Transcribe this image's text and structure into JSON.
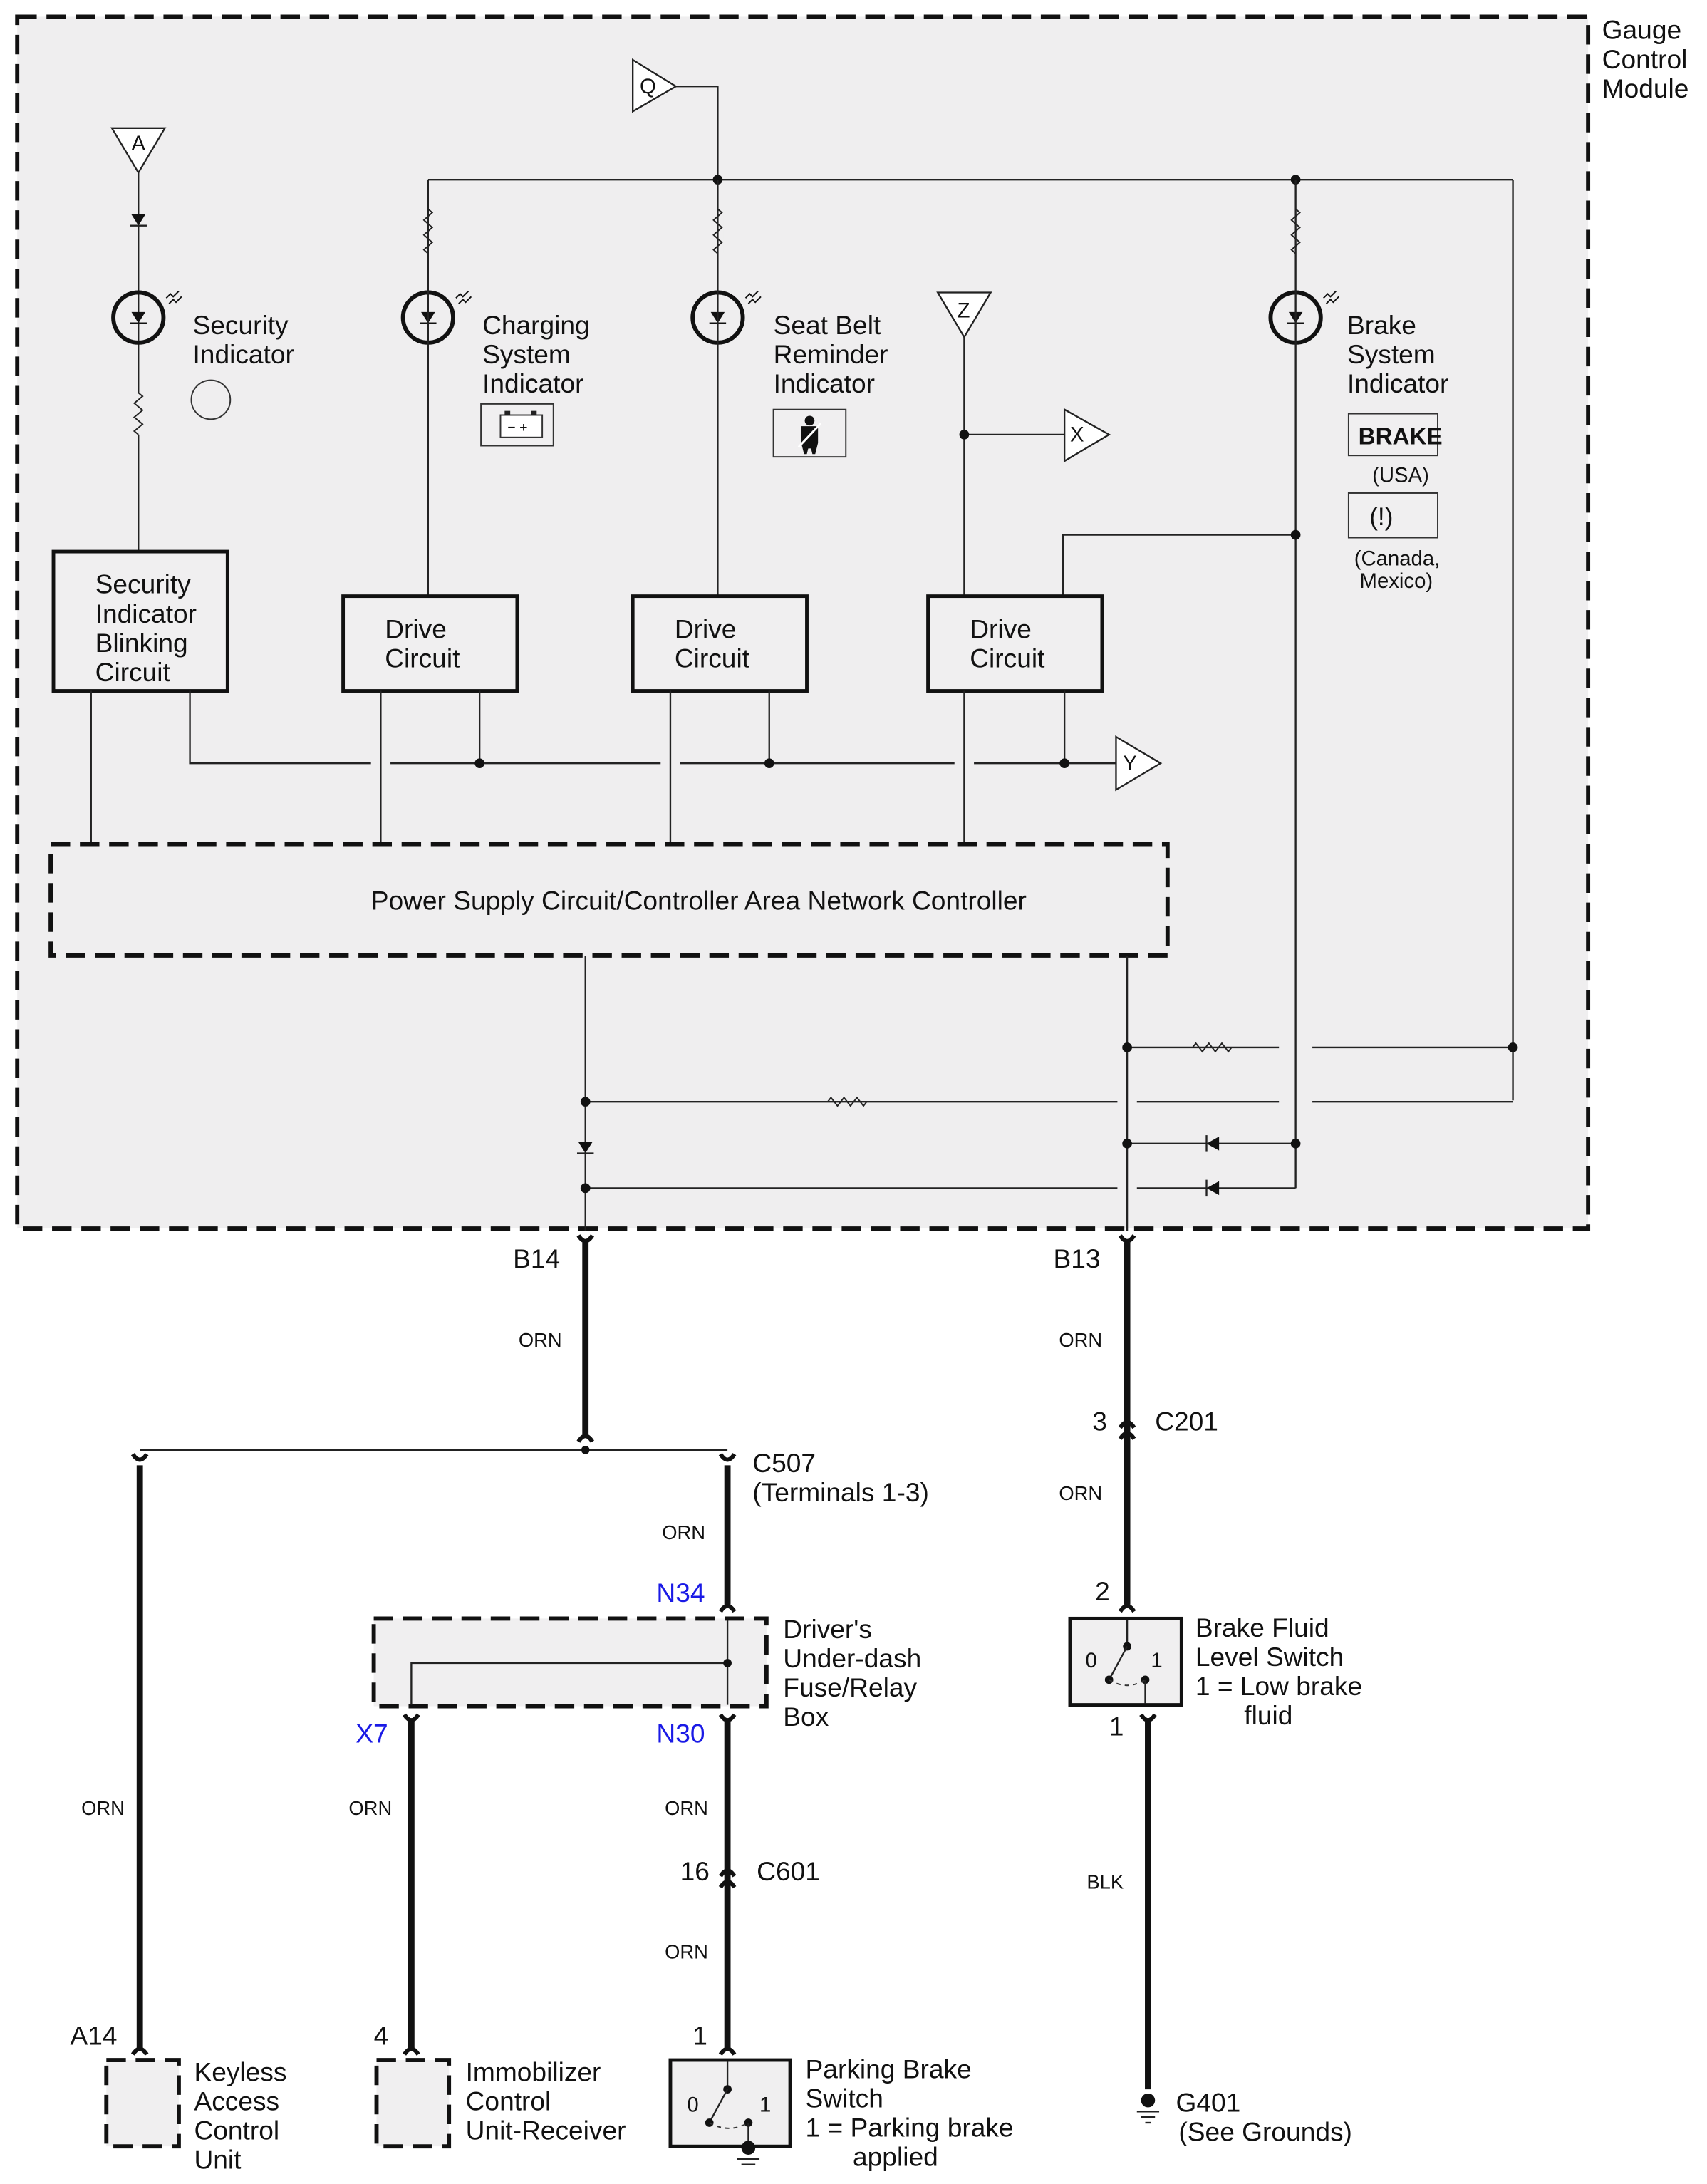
{
  "module": {
    "title_lines": [
      "Gauge",
      "Control",
      "Module"
    ],
    "inner_controller": "Power Supply Circuit/Controller Area Network Controller"
  },
  "indicators": {
    "security": [
      "Security",
      "Indicator"
    ],
    "charging": [
      "Charging",
      "System",
      "Indicator"
    ],
    "seatbelt": [
      "Seat Belt",
      "Reminder",
      "Indicator"
    ],
    "brake": [
      "Brake",
      "System",
      "Indicator"
    ],
    "brake_usa_icon": "BRAKE",
    "brake_usa_note": "(USA)",
    "brake_canada_icon": "(!)",
    "brake_canada_note": [
      "(Canada,",
      "Mexico)"
    ]
  },
  "circuits": {
    "blinking": [
      "Security",
      "Indicator",
      "Blinking",
      "Circuit"
    ],
    "drive": [
      "Drive",
      "Circuit"
    ]
  },
  "connectors_offpage": {
    "A": "A",
    "Q": "Q",
    "Z": "Z",
    "X": "X",
    "Y": "Y"
  },
  "terminals": {
    "b14": "B14",
    "b13": "B13",
    "c507": [
      "C507",
      "(Terminals 1-3)"
    ],
    "c201_pin": "3",
    "c201": "C201",
    "brake_fluid_pin_top": "2",
    "brake_fluid_pin_bottom": "1",
    "n34": "N34",
    "n30": "N30",
    "x7": "X7",
    "c601_pin": "16",
    "c601": "C601",
    "a14": "A14",
    "imm_pin": "4",
    "pbs_pin": "1"
  },
  "wire_colors": {
    "b14": "ORN",
    "b13": "ORN",
    "c201_below": "ORN",
    "c507_to_n34": "ORN",
    "keyless": "ORN",
    "immobilizer": "ORN",
    "n30_to_c601": "ORN",
    "c601_to_pbs": "ORN",
    "ground": "BLK"
  },
  "components": {
    "fuse_box": [
      "Driver's",
      "Under-dash",
      "Fuse/Relay",
      "Box"
    ],
    "brake_fluid_switch": [
      "Brake Fluid",
      "Level Switch",
      "1 = Low brake",
      "fluid"
    ],
    "keyless": [
      "Keyless",
      "Access",
      "Control",
      "Unit"
    ],
    "immobilizer": [
      "Immobilizer",
      "Control",
      "Unit-Receiver"
    ],
    "parking_brake_switch": [
      "Parking Brake",
      "Switch",
      "1 = Parking brake",
      "applied"
    ],
    "ground": [
      "G401",
      "(See Grounds)"
    ],
    "switch_pos_0": "0",
    "switch_pos_1": "1"
  },
  "colors": {
    "terminal_label_blue": "#1a1ae6",
    "module_fill": "#efeeef"
  }
}
